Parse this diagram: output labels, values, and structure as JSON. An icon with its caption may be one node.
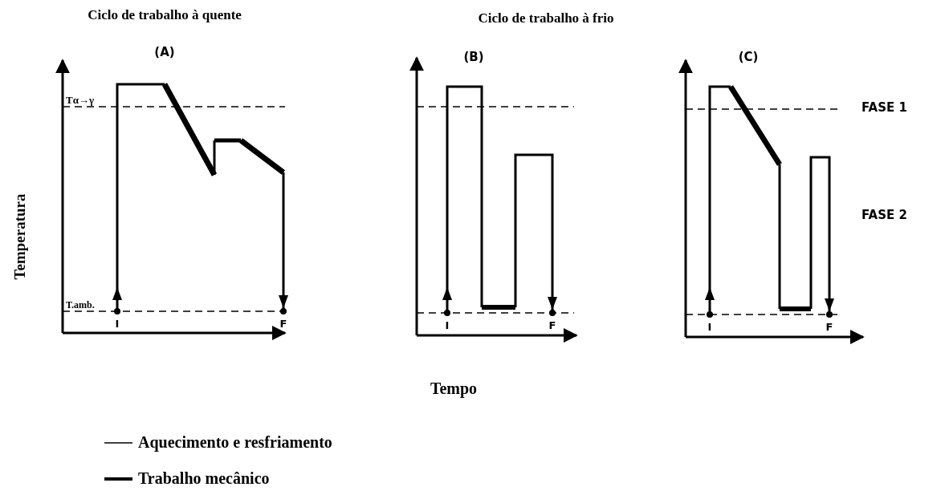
{
  "diagram": {
    "labels": [
      "Ciclo de trabalho à quente",
      "Ciclo de trabalho à frio",
      "(A)",
      "(B)",
      "(C)",
      "Tα→γ",
      "FASE 1",
      "Temperatura",
      "FASE 2",
      "T.amb.",
      "I",
      "F",
      "I",
      "F",
      "I",
      "F",
      "Tempo"
    ],
    "legend": [
      {
        "text": "Aquecimento e resfriamento"
      },
      {
        "text": "Trabalho mecânico"
      }
    ]
  }
}
